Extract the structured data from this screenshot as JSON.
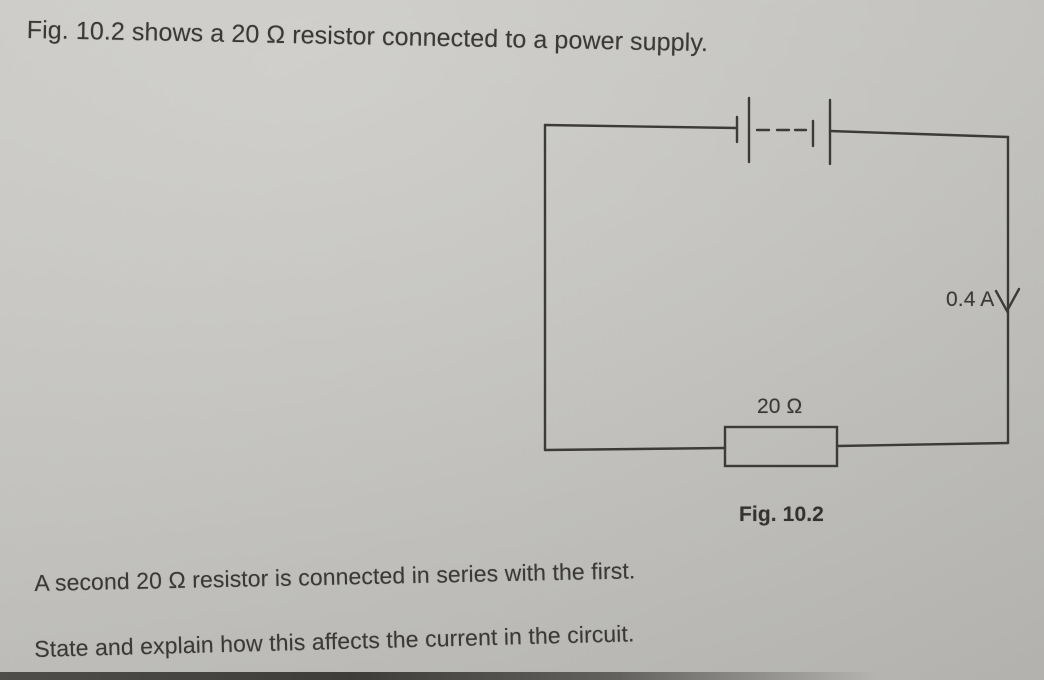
{
  "question": {
    "intro": "Fig. 10.2 shows a 20 Ω resistor connected to a power supply.",
    "followup_series": "A second 20 Ω resistor is connected in series with the first.",
    "followup_state": "State and explain how this affects the current in the circuit."
  },
  "figure": {
    "caption": "Fig. 10.2",
    "current_label": "0.4 A",
    "resistor_label": "20 Ω",
    "icons": {
      "battery": "battery-two-cell-symbol",
      "current_arrow": "down-arrowhead-icon"
    }
  },
  "colors": {
    "paper_background": "#c6c5c1",
    "ink": "#3a3936",
    "circuit_line": "#3c3b38"
  }
}
